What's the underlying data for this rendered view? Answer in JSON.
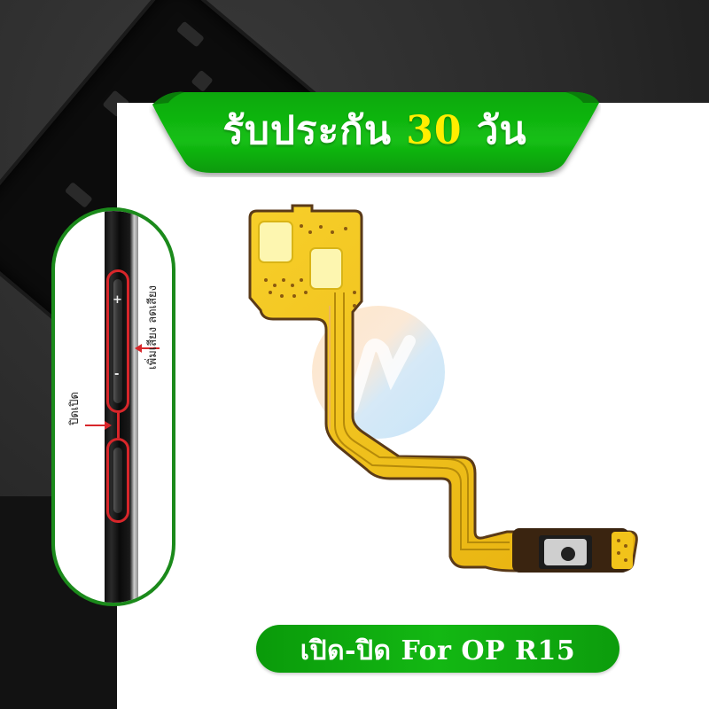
{
  "banner": {
    "prefix": "รับประกัน ",
    "highlight": "30",
    "suffix": " วัน",
    "color": "#11b711",
    "highlight_color": "#ffee00"
  },
  "product_label": {
    "text": "เปิด-ปิด For OP R15",
    "color": "#10a810"
  },
  "callout": {
    "volume_label": "เพิ่มเสียง ลดเสียง",
    "power_label": "ปิดเปิด",
    "plus_sign": "+",
    "minus_sign": "-",
    "ring_color": "#d8262a",
    "border_color": "#1b8a1b"
  },
  "product": {
    "name": "power-switch-flex-cable",
    "color": "#f2c31a"
  }
}
